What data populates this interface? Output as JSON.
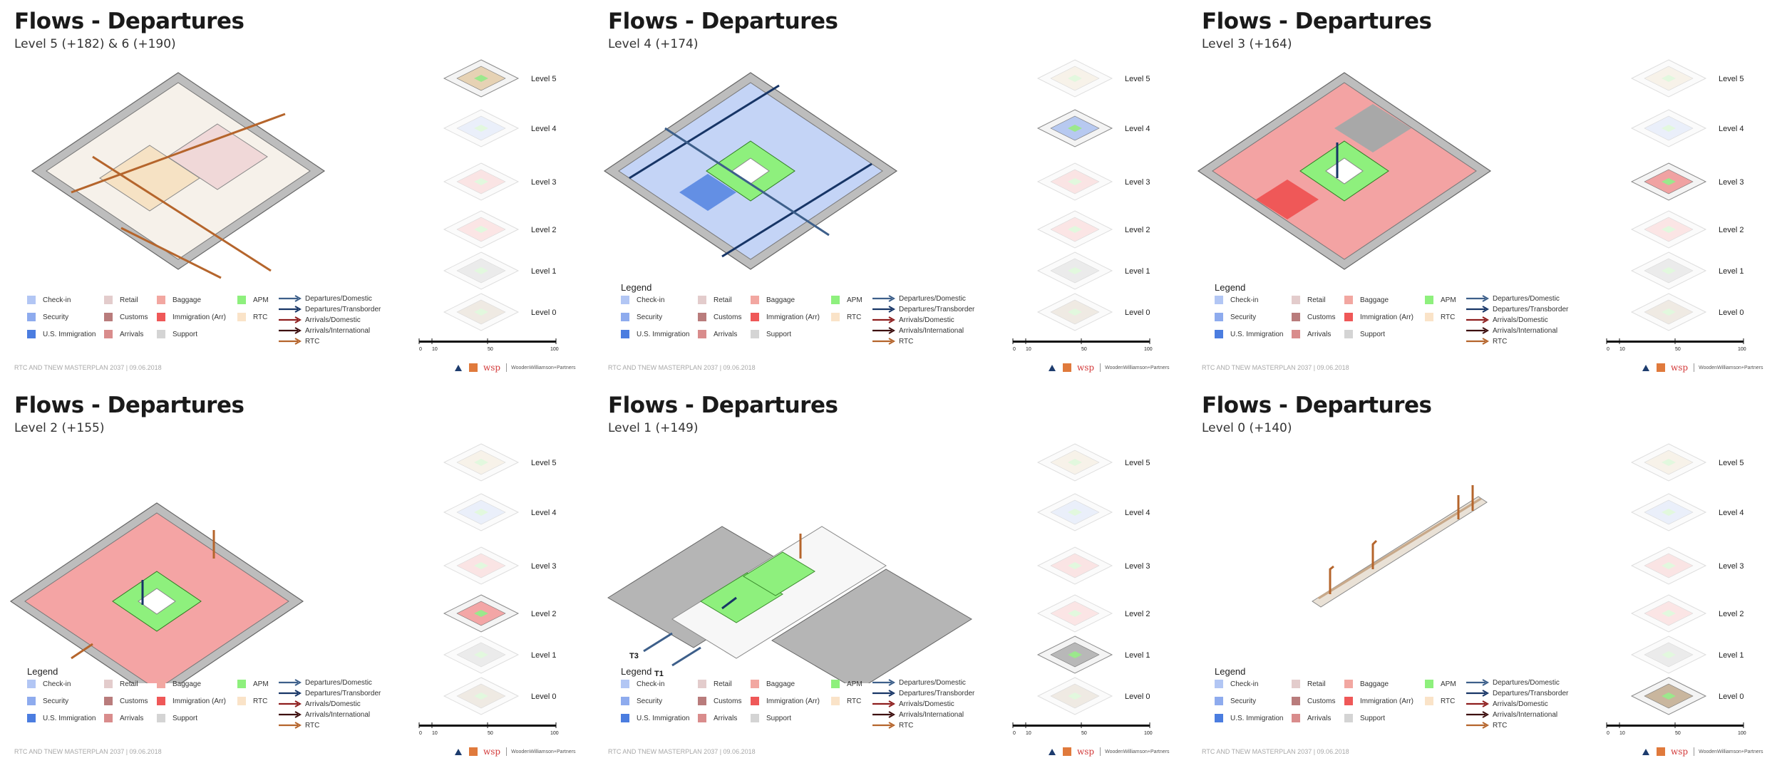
{
  "panels": [
    {
      "title": "Flows - Departures",
      "subtitle": "Level 5 (+182) & 6 (+190)",
      "active_level": "Level 5",
      "scheme": "top",
      "show_legend_heading": false
    },
    {
      "title": "Flows - Departures",
      "subtitle": "Level 4 (+174)",
      "active_level": "Level 4",
      "scheme": "checkin",
      "show_legend_heading": true
    },
    {
      "title": "Flows - Departures",
      "subtitle": "Level 3 (+164)",
      "active_level": "Level 3",
      "scheme": "baggage",
      "show_legend_heading": true
    },
    {
      "title": "Flows - Departures",
      "subtitle": "Level 2 (+155)",
      "active_level": "Level 2",
      "scheme": "arrivals",
      "show_legend_heading": true
    },
    {
      "title": "Flows - Departures",
      "subtitle": "Level 1 (+149)",
      "active_level": "Level 1",
      "scheme": "apm",
      "show_legend_heading": true
    },
    {
      "title": "Flows - Departures",
      "subtitle": "Level 0 (+140)",
      "active_level": "Level 0",
      "scheme": "rtc",
      "show_legend_heading": true
    }
  ],
  "level_labels": [
    "Level 5",
    "Level 4",
    "Level 3",
    "Level 2",
    "Level 1",
    "Level 0"
  ],
  "level_colors": {
    "Level 5": "#e6d2b4",
    "Level 4": "#b7c9f0",
    "Level 3": "#f0a2a2",
    "Level 2": "#f3a6a6",
    "Level 1": "#b8b8b8",
    "Level 0": "#c9b69e"
  },
  "legend": {
    "heading": "Legend",
    "swatches": [
      {
        "label": "Check-in",
        "color": "#b2c6f4"
      },
      {
        "label": "Security",
        "color": "#8eabee"
      },
      {
        "label": "U.S. Immigration",
        "color": "#4b7de0"
      },
      {
        "label": "Retail",
        "color": "#e3cccc"
      },
      {
        "label": "Customs",
        "color": "#b97c7c"
      },
      {
        "label": "Arrivals",
        "color": "#d98c8c"
      },
      {
        "label": "Baggage",
        "color": "#f2a7a1"
      },
      {
        "label": "Immigration (Arr)",
        "color": "#ef5858"
      },
      {
        "label": "Support",
        "color": "#d4d4d4"
      },
      {
        "label": "APM",
        "color": "#8ef07d"
      },
      {
        "label": "RTC",
        "color": "#fae3c8"
      }
    ],
    "flows": [
      {
        "label": "Departures/Domestic",
        "color": "#3d5f8a"
      },
      {
        "label": "Departures/Transborder",
        "color": "#173566"
      },
      {
        "label": "Arrivals/Domestic",
        "color": "#8e1e1e"
      },
      {
        "label": "Arrivals/International",
        "color": "#3d0f0f"
      },
      {
        "label": "RTC",
        "color": "#b5652c"
      }
    ]
  },
  "scale_bar": {
    "ticks": [
      "0",
      "10",
      "50",
      "100 M"
    ]
  },
  "annotations": {
    "t3": "T3",
    "t1": "T1"
  },
  "footer": "RTC AND TNEW MASTERPLAN 2037 | 09.06.2018",
  "logos": {
    "wsp": "wsp",
    "studio": "WoodenWilliamson+Partners"
  }
}
